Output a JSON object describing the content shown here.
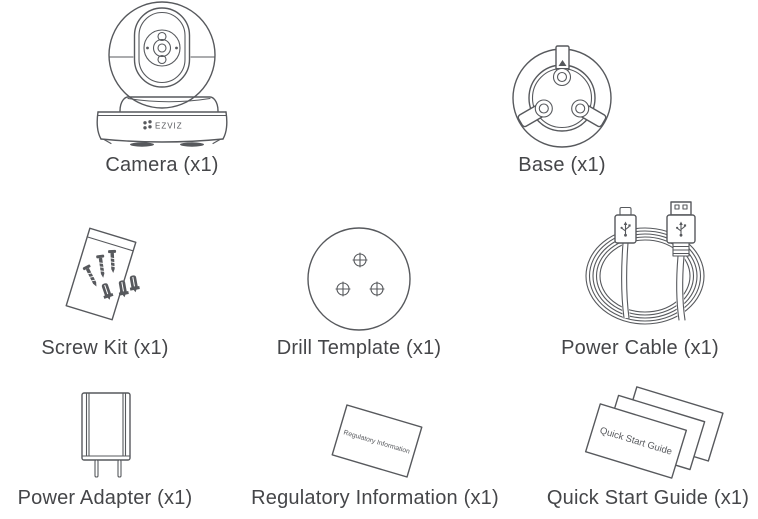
{
  "page": {
    "background": "#ffffff",
    "line_color": "#57595d",
    "text_color": "#454649"
  },
  "items": [
    {
      "id": "camera",
      "label": "Camera (x1)",
      "brand_text": "EZVIZ"
    },
    {
      "id": "base",
      "label": "Base (x1)"
    },
    {
      "id": "screw-kit",
      "label": "Screw Kit (x1)"
    },
    {
      "id": "drill-template",
      "label": "Drill Template (x1)"
    },
    {
      "id": "power-cable",
      "label": "Power Cable (x1)"
    },
    {
      "id": "power-adapter",
      "label": "Power Adapter (x1)"
    },
    {
      "id": "regulatory-information",
      "label": "Regulatory Information (x1)",
      "sheet_text": "Regulatory Information"
    },
    {
      "id": "quick-start-guide",
      "label": "Quick Start Guide (x1)",
      "sheet_text": "Quick Start Guide"
    }
  ]
}
